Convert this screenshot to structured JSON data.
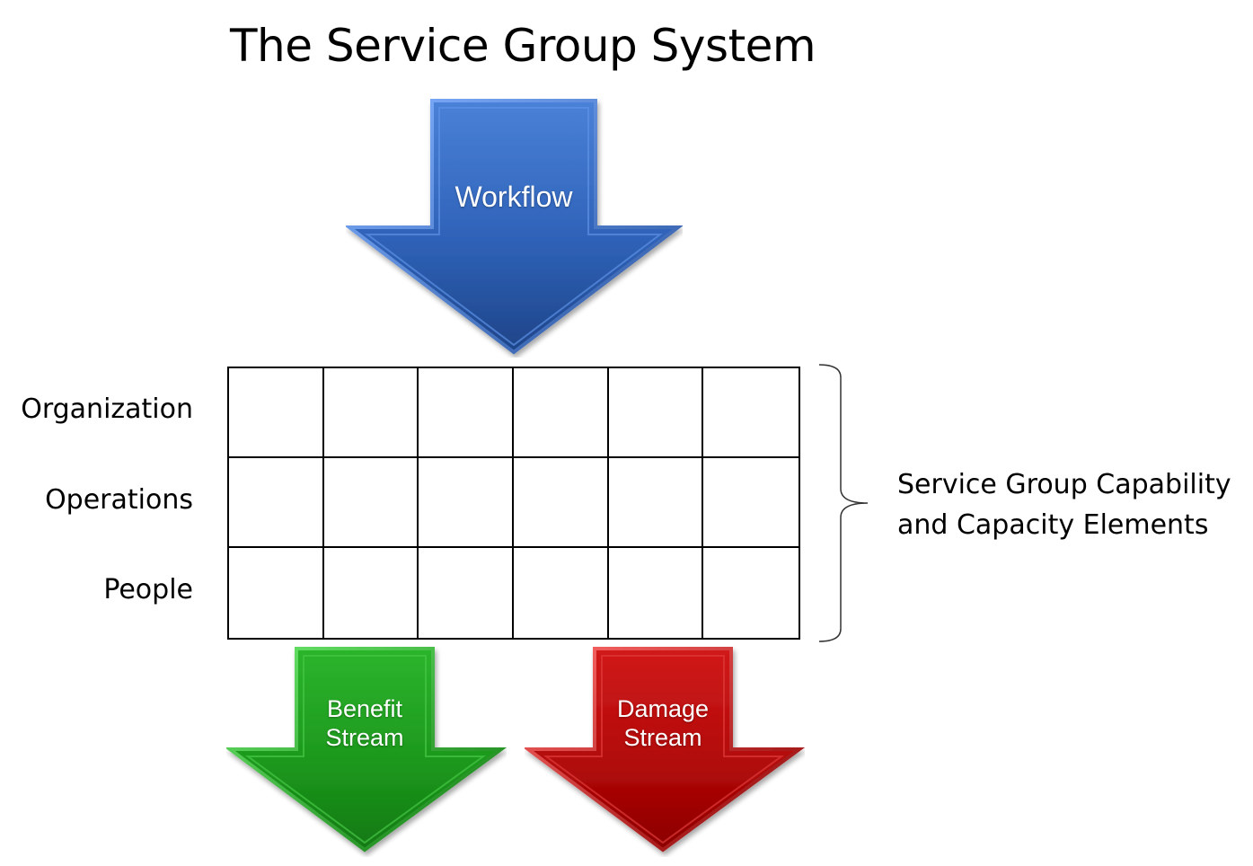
{
  "title": "The Service Group System",
  "workflow": {
    "label": "Workflow",
    "color": "#3a6fc7"
  },
  "grid": {
    "rows": [
      "Organization",
      "Operations",
      "People"
    ],
    "columns": 6
  },
  "capability_label": {
    "line1": "Service Group Capability",
    "line2": "and Capacity Elements"
  },
  "benefit": {
    "line1": "Benefit",
    "line2": "Stream",
    "color": "#1f9e1f"
  },
  "damage": {
    "line1": "Damage",
    "line2": "Stream",
    "color": "#c01010"
  }
}
